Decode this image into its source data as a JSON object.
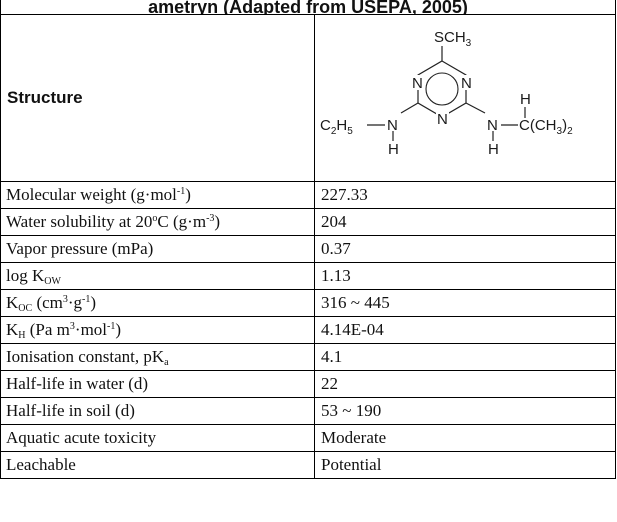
{
  "title": "ametryn (Adapted from USEPA, 2005)",
  "structure": {
    "label": "Structure",
    "atoms": {
      "sch3": "SCH",
      "sch3_sub": "3",
      "n_top_left": "N",
      "n_top_right": "N",
      "n_bottom": "N",
      "c2h5_c": "C",
      "c2h5_2": "2",
      "c2h5_h": "H",
      "c2h5_5": "5",
      "n_left": "N",
      "h_left": "H",
      "n_right": "N",
      "h_right_top": "H",
      "h_right_bottom": "H",
      "ch3_prefix": "C(CH",
      "ch3_3": "3",
      "ch3_close": ")",
      "ch3_2": "2"
    }
  },
  "rows": [
    {
      "prop": "Molecular weight (g·mol",
      "prop_sup": "-1",
      "prop_tail": ")",
      "value": "227.33"
    },
    {
      "prop": "Water solubility at 20",
      "prop_sup": "o",
      "prop_mid": "C (g·m",
      "prop_sup2": "-3",
      "prop_tail": ")",
      "value": "204"
    },
    {
      "prop": "Vapor pressure (mPa)",
      "value": "0.37"
    },
    {
      "prop": "log K",
      "prop_sub": "OW",
      "value": "1.13"
    },
    {
      "prop": "K",
      "prop_sub": "OC",
      "prop_mid": " (cm",
      "prop_sup": "3",
      "prop_mid2": "·g",
      "prop_sup2": "-1",
      "prop_tail": ")",
      "value": "316 ~ 445"
    },
    {
      "prop": "K",
      "prop_sub": "H",
      "prop_mid": " (Pa m",
      "prop_sup": "3",
      "prop_mid2": "·mol",
      "prop_sup2": "-1",
      "prop_tail": ")",
      "value": "4.14E-04"
    },
    {
      "prop": "Ionisation constant, pK",
      "prop_sub": "a",
      "value": "4.1"
    },
    {
      "prop": "Half-life in water (d)",
      "value": "22"
    },
    {
      "prop": "Half-life in soil (d)",
      "value": "53 ~ 190"
    },
    {
      "prop": "Aquatic acute toxicity",
      "value": "Moderate"
    },
    {
      "prop": "Leachable",
      "value": "Potential"
    }
  ]
}
